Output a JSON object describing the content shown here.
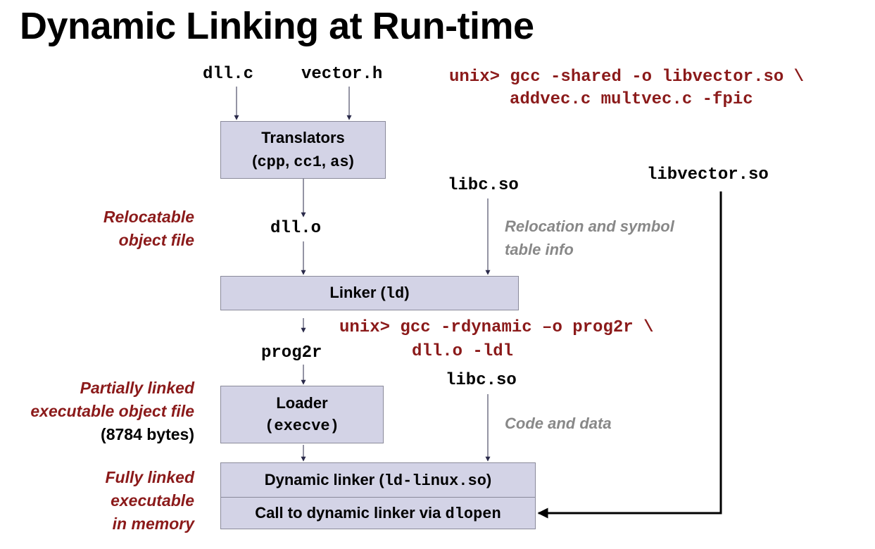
{
  "title": "Dynamic Linking at Run-time",
  "inputs": {
    "src": "dll.c",
    "header": "vector.h"
  },
  "cmd1": {
    "line1": "unix> gcc -shared -o libvector.so \\",
    "line2": "addvec.c multvec.c -fpic"
  },
  "translators": {
    "label": "Translators",
    "open": "(",
    "cpp": "cpp",
    "sep1": ", ",
    "cc1": "cc1",
    "sep2": ", ",
    "as": "as",
    "close": ")"
  },
  "libc_top": "libc.so",
  "libvector": "libvector.so",
  "relocatable": {
    "line1": "Relocatable",
    "line2": "object file"
  },
  "dll_o": "dll.o",
  "relocation_note": {
    "line1": "Relocation and symbol",
    "line2": "table info"
  },
  "linker": {
    "label": "Linker (",
    "cmd": "ld",
    "close": ")"
  },
  "cmd2": {
    "line1": "unix> gcc -rdynamic –o prog2r \\",
    "line2": "dll.o -ldl"
  },
  "prog2r": "prog2r",
  "partial": {
    "line1": "Partially linked",
    "line2": "executable object file",
    "bytes": "(8784 bytes)"
  },
  "libc_bottom": "libc.so",
  "loader": {
    "label": "Loader",
    "cmd": "(execve)"
  },
  "code_note": "Code and data",
  "dynlinker": {
    "label": "Dynamic linker (",
    "cmd": "ld-linux.so",
    "close": ")"
  },
  "dlopen_call": {
    "label": "Call to dynamic linker via ",
    "cmd": "dlopen"
  },
  "fully": {
    "line1": "Fully linked",
    "line2": "executable",
    "line3": "in memory"
  },
  "colors": {
    "accent": "#8b1a1a",
    "box_fill": "#d3d3e6",
    "note_gray": "#888888",
    "arrow": "#2a2a4a"
  }
}
